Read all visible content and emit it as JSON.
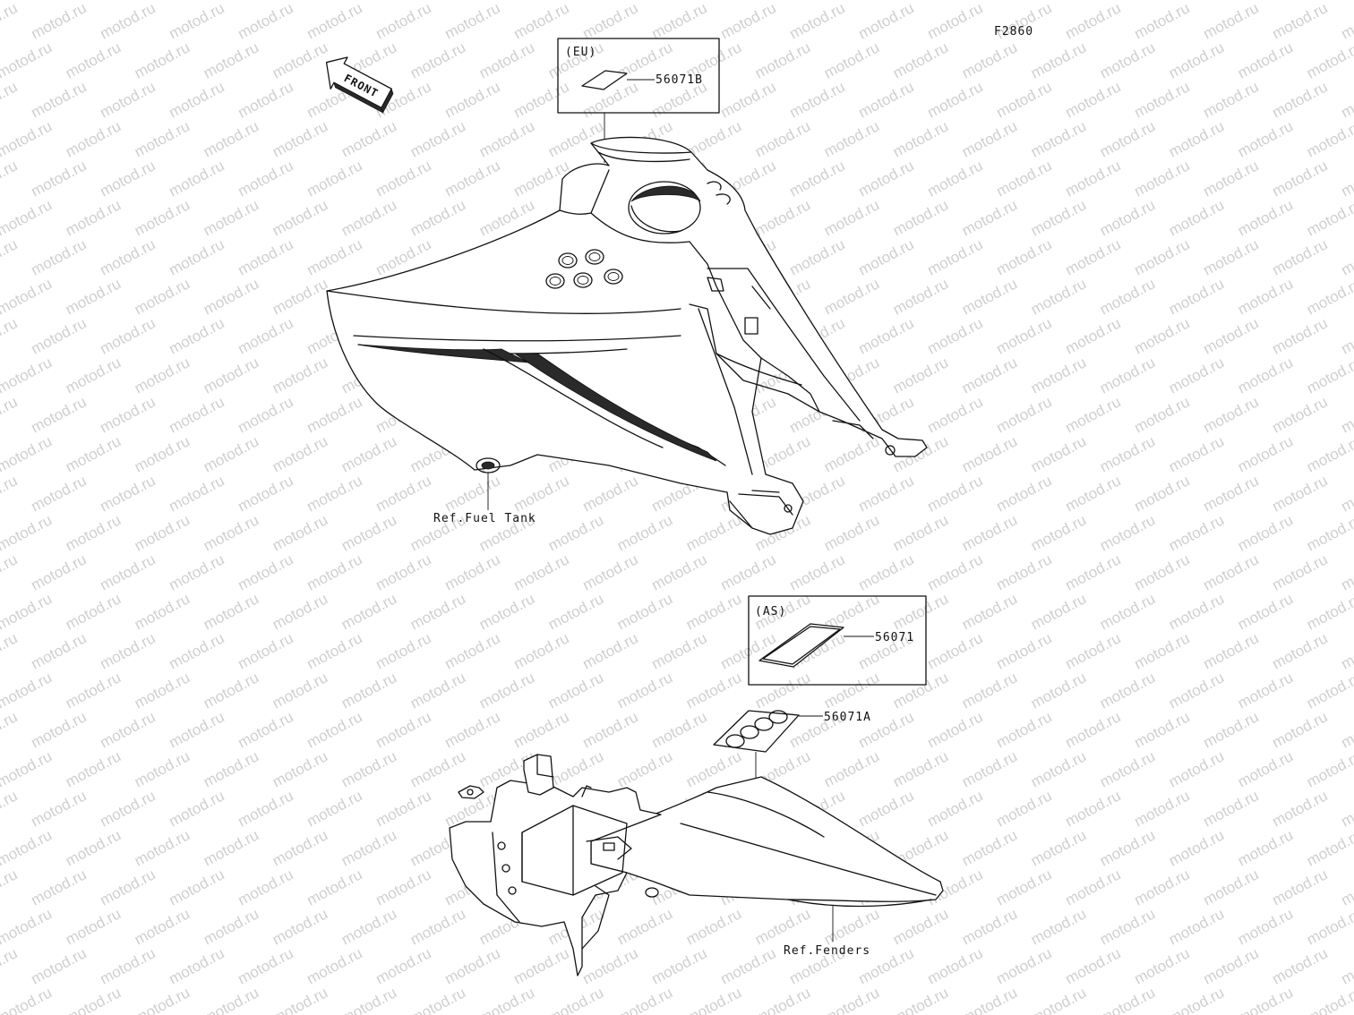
{
  "diagram": {
    "figure_code": "F2860",
    "watermark": "motod.ru",
    "front_arrow_label": "FRONT",
    "boxes": [
      {
        "id": "eu",
        "region": "(EU)",
        "part": "56071B"
      },
      {
        "id": "as",
        "region": "(AS)",
        "part": "56071"
      }
    ],
    "callouts": [
      {
        "id": "fenders-label",
        "part": "56071A"
      }
    ],
    "refs": {
      "fuel_tank": "Ref.Fuel Tank",
      "fenders": "Ref.Fenders"
    }
  }
}
